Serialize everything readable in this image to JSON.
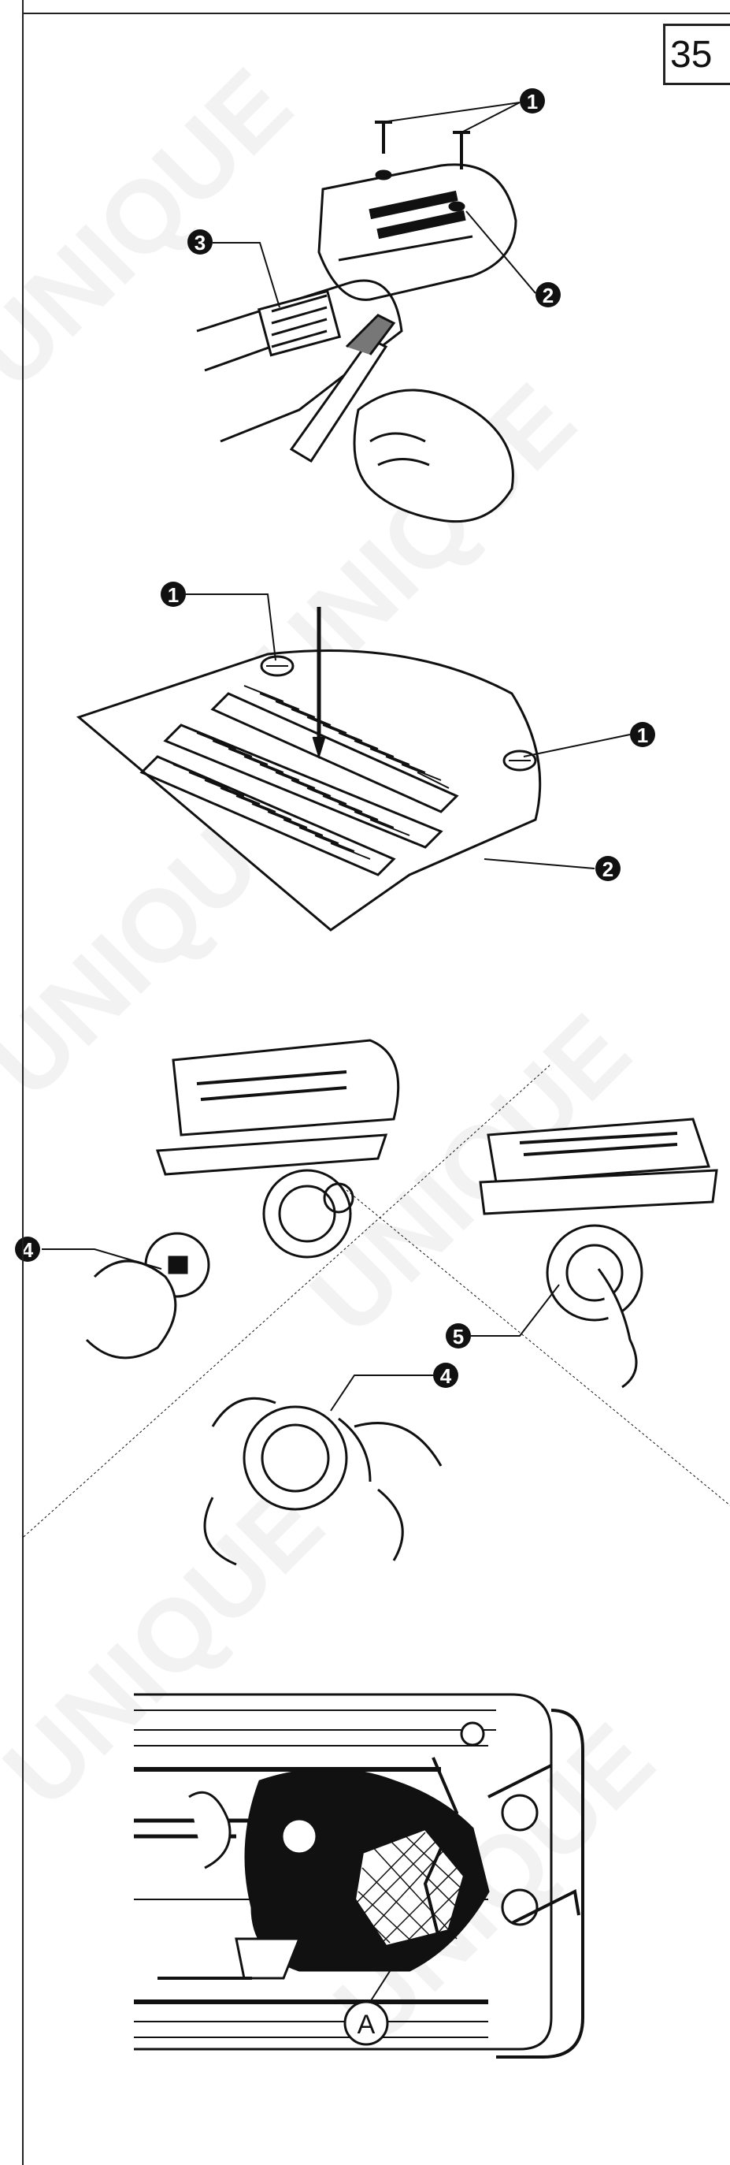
{
  "page": {
    "number": "35",
    "watermark": "UNIQUE"
  },
  "figures": {
    "fig1": {
      "callouts": [
        "1",
        "2",
        "3"
      ]
    },
    "fig2": {
      "callouts": [
        "1",
        "1",
        "2"
      ]
    },
    "fig3": {
      "callouts": [
        "4",
        "5",
        "4"
      ]
    },
    "fig4": {
      "label": "A"
    }
  },
  "colors": {
    "ink": "#111111",
    "paper": "#ffffff",
    "watermark": "#e6e6e6"
  }
}
